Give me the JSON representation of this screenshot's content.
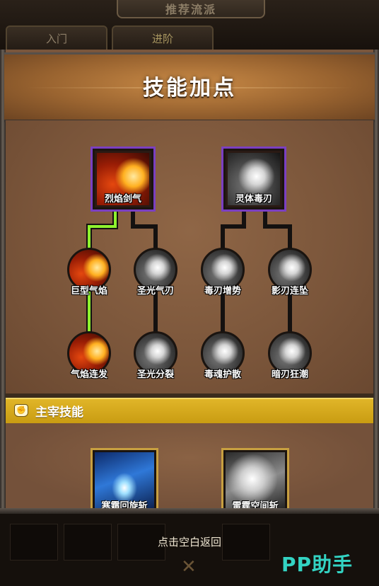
{
  "background": {
    "title": "推荐流派",
    "tabs": [
      "入门",
      "进阶"
    ]
  },
  "panel": {
    "title": "技能加点"
  },
  "skill_tree": {
    "roots": [
      {
        "label": "烈焰剑气",
        "icon": "flame-sword-icon"
      },
      {
        "label": "灵体毒刃",
        "icon": "spirit-blade-icon"
      }
    ],
    "tier2": [
      {
        "label": "巨型气焰",
        "icon": "fire-swirl-icon",
        "selected": true
      },
      {
        "label": "圣光气刃",
        "icon": "light-wave-icon",
        "selected": false
      },
      {
        "label": "毒刃增势",
        "icon": "poison-blade-icon",
        "selected": false
      },
      {
        "label": "影刃连坠",
        "icon": "shadow-blades-icon",
        "selected": false
      }
    ],
    "tier3": [
      {
        "label": "气焰连发",
        "icon": "fire-burst-icon",
        "selected": true
      },
      {
        "label": "圣光分裂",
        "icon": "light-split-icon",
        "selected": false
      },
      {
        "label": "毒魂护散",
        "icon": "poison-soul-icon",
        "selected": false
      },
      {
        "label": "暗刃狂潮",
        "icon": "dark-blades-icon",
        "selected": false
      }
    ],
    "colors": {
      "selected_path": "#8ef22e",
      "path": "#141110",
      "root_border": "#7b3fc2"
    }
  },
  "master_section": {
    "title": "主宰技能",
    "icon": "fist-icon",
    "skills": [
      {
        "label": "寒霜回旋斩",
        "icon": "frost-vortex-icon"
      },
      {
        "label": "雷霆空间斩",
        "icon": "thunder-slash-icon"
      }
    ]
  },
  "footer": {
    "hint": "点击空白返回",
    "close": "✕"
  },
  "watermark": "PP助手"
}
